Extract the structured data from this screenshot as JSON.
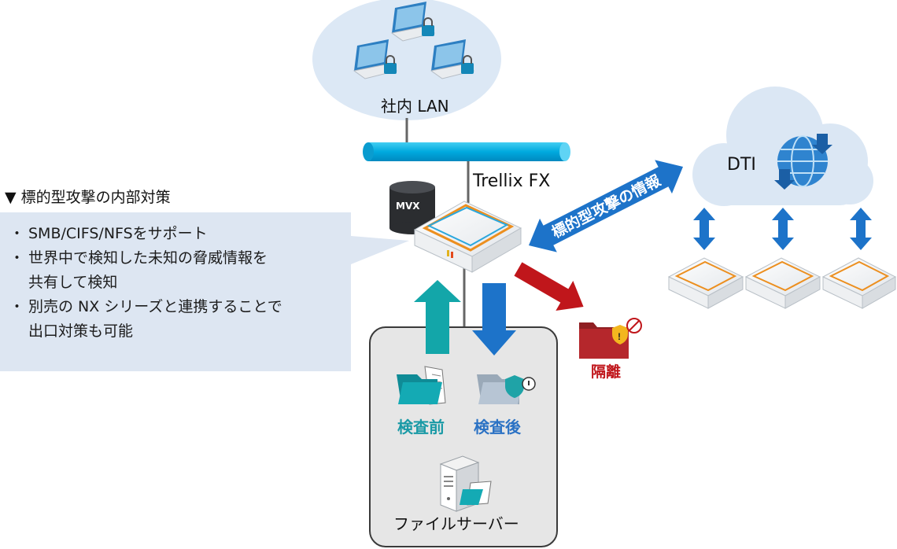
{
  "lan": {
    "label": "社内 LAN"
  },
  "fx": {
    "label": "Trellix FX",
    "mvx_label": "MVX"
  },
  "dti": {
    "label": "DTI",
    "arrow_label": "標的型攻撃の情報"
  },
  "panel": {
    "heading": "▼ 標的型攻撃の内部対策",
    "items": [
      "SMB/CIFS/NFSをサポート",
      "世界中で検知した未知の脅威情報を",
      "共有して検知",
      "別売の NX シリーズと連携することで",
      "出口対策も可能"
    ]
  },
  "fileserver": {
    "pre_scan_label": "検査前",
    "post_scan_label": "検査後",
    "server_label": "ファイルサーバー"
  },
  "quarantine": {
    "label": "隔離"
  },
  "colors": {
    "lan_cloud": "#dce8f5",
    "lan_bar": "#00b0e0",
    "dti_cloud": "#dbe7f4",
    "callout": "#dde6f2",
    "teal": "#13a6a9",
    "blue": "#1d73c9",
    "red": "#c0161b",
    "server_box": "#e6e6e6"
  }
}
